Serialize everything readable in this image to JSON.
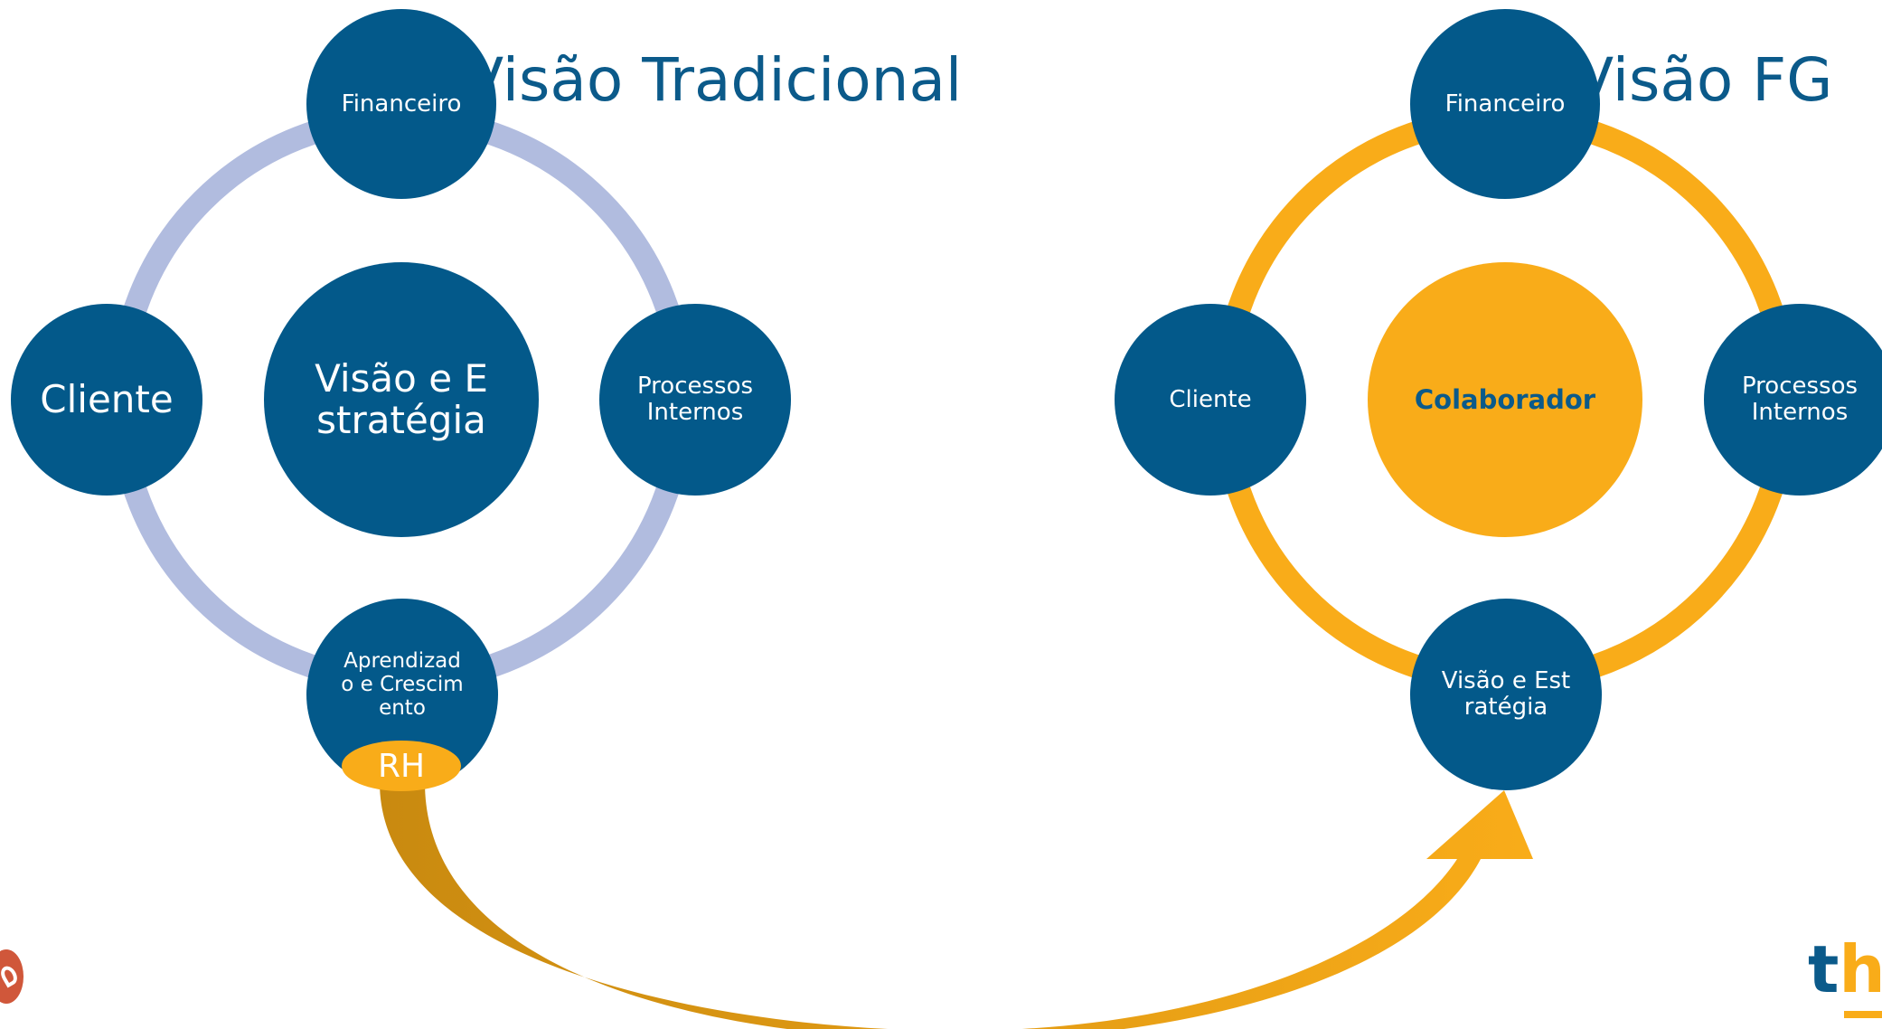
{
  "left_view": {
    "title": "Visão Tradicional",
    "center": "Visão e Estratégia",
    "top": "Financeiro",
    "left": "Cliente",
    "right": "Processos Internos",
    "bottom": "Aprendizado e Crescimento",
    "badge": "RH"
  },
  "right_view": {
    "title": "Visão FG",
    "center": "Colaborador",
    "top": "Financeiro",
    "left": "Cliente",
    "right": "Processos Internos",
    "bottom": "Visão e Estratégia"
  },
  "colors": {
    "node_blue": "#03598a",
    "ring_left": "#b1bcdf",
    "ring_right": "#f9ac19",
    "accent_amber": "#f9ac19",
    "arrow_dark": "#c98a10",
    "title_blue": "#0b5a8a"
  },
  "icons": {
    "logo_left": "brand-logo-icon",
    "logo_right": "th-logo-icon"
  }
}
